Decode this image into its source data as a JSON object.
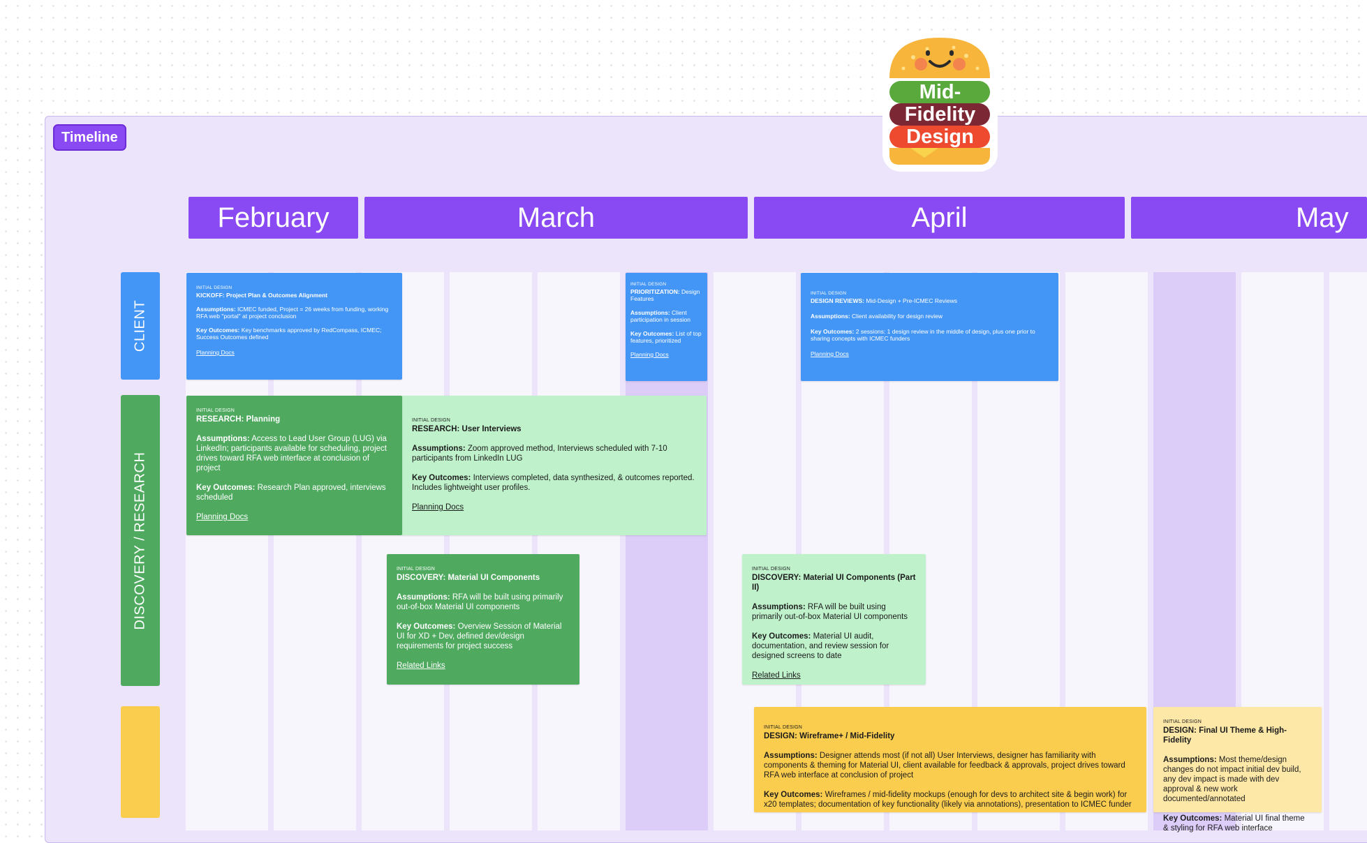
{
  "timeline_label": "Timeline",
  "badge": {
    "line1": "Mid-",
    "line2": "Fidelity",
    "line3": "Design"
  },
  "months": [
    "February",
    "March",
    "April",
    "May"
  ],
  "lanes": [
    "CLIENT",
    "DISCOVERY / RESEARCH",
    ""
  ],
  "cards": {
    "kickoff": {
      "tag": "INITIAL DESIGN",
      "title": "KICKOFF: Project Plan & Outcomes Alignment",
      "assumptions_label": "Assumptions:",
      "assumptions": "ICMEC funded, Project = 26 weeks from funding, working RFA web \"portal\" at project conclusion",
      "outcomes_label": "Key Outcomes:",
      "outcomes": "Key benchmarks approved by RedCompass, ICMEC; Success Outcomes defined",
      "link": "Planning Docs"
    },
    "prioritization": {
      "tag": "INITIAL DESIGN",
      "title_bold": "PRIORITIZATION:",
      "title_rest": "Design Features",
      "assumptions_label": "Assumptions:",
      "assumptions": "Client participation in session",
      "outcomes_label": "Key Outcomes:",
      "outcomes": "List of top features, prioritized",
      "link": "Planning Docs"
    },
    "design_reviews": {
      "tag": "INITIAL DESIGN",
      "title_bold": "DESIGN REVIEWS:",
      "title_rest": "Mid-Design + Pre-ICMEC Reviews",
      "assumptions_label": "Assumptions:",
      "assumptions": "Client availability for design review",
      "outcomes_label": "Key Outcomes:",
      "outcomes": "2 sessions: 1 design review in the middle of design, plus one prior to sharing concepts with ICMEC funders",
      "link": "Planning Docs"
    },
    "research_planning": {
      "tag": "INITIAL DESIGN",
      "title": "RESEARCH: Planning",
      "assumptions_label": "Assumptions:",
      "assumptions": "Access to Lead User Group (LUG) via LinkedIn; participants available for scheduling, project drives toward RFA web interface at conclusion of project",
      "outcomes_label": "Key Outcomes:",
      "outcomes": "Research Plan approved, interviews scheduled",
      "link": "Planning Docs"
    },
    "user_interviews": {
      "tag": "INITIAL DESIGN",
      "title": "RESEARCH: User Interviews",
      "assumptions_label": "Assumptions:",
      "assumptions": "Zoom approved method, Interviews scheduled with 7-10 participants from LinkedIn LUG",
      "outcomes_label": "Key Outcomes:",
      "outcomes": "Interviews completed, data synthesized, & outcomes reported. Includes lightweight user profiles.",
      "link": "Planning Docs"
    },
    "material_ui": {
      "tag": "INITIAL DESIGN",
      "title": "DISCOVERY: Material UI Components",
      "assumptions_label": "Assumptions:",
      "assumptions": "RFA will be built using primarily out-of-box Material UI components",
      "outcomes_label": "Key Outcomes:",
      "outcomes": "Overview Session of Material UI for XD + Dev, defined dev/design requirements for project success",
      "link": "Related Links"
    },
    "material_ui_2": {
      "tag": "INITIAL DESIGN",
      "title": "DISCOVERY: Material UI Components (Part II)",
      "assumptions_label": "Assumptions:",
      "assumptions": "RFA will be built using primarily out-of-box Material UI components",
      "outcomes_label": "Key Outcomes:",
      "outcomes": "Material UI audit, documentation, and review session for designed screens to date",
      "link": "Related Links"
    },
    "wireframe": {
      "tag": "INITIAL DESIGN",
      "title": "DESIGN: Wireframe+ / Mid-Fidelity",
      "assumptions_label": "Assumptions:",
      "assumptions": "Designer attends most (if not all) User Interviews, designer has familiarity with components & theming for Material UI, client available for feedback & approvals, project drives toward RFA web interface at conclusion of project",
      "outcomes_label": "Key Outcomes:",
      "outcomes": "Wireframes / mid-fidelity mockups (enough for devs to architect site & begin work) for x20 templates; documentation of key functionality (likely via annotations), presentation to ICMEC funder"
    },
    "final_ui": {
      "tag": "INITIAL DESIGN",
      "title": "DESIGN: Final UI Theme & High-Fidelity",
      "assumptions_label": "Assumptions:",
      "assumptions": "Most theme/design changes do not impact initial dev build, any dev impact is made with dev approval & new work documented/annotated",
      "outcomes_label": "Key Outcomes:",
      "outcomes": "Material UI final theme & styling for RFA web interface"
    }
  },
  "colors": {
    "purple": "#8a4af3",
    "board": "#ece4fb",
    "client_blue": "#4496f6",
    "research_green": "#4faa60",
    "light_green": "#bff1cb",
    "design_yellow": "#fbcd4f",
    "light_yellow": "#fde8a8"
  }
}
